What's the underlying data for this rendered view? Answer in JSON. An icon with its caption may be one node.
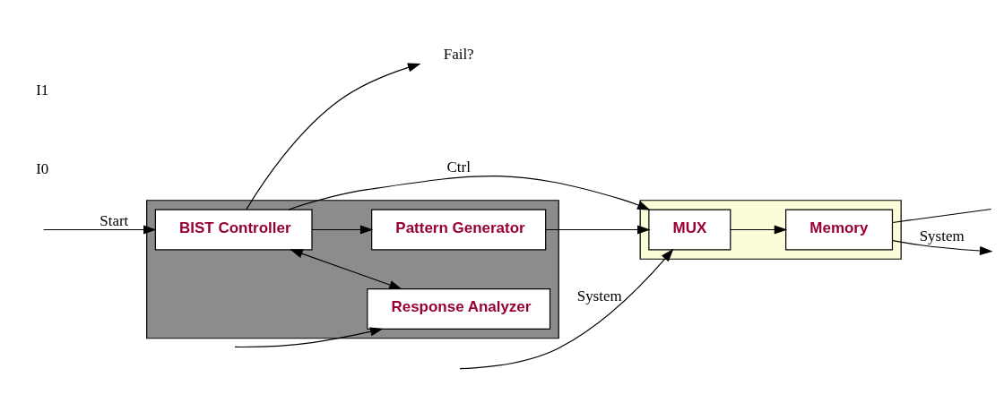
{
  "diagram": {
    "nodes": [
      {
        "text": [],
        "shape": "box"
      },
      {
        "text": [
          "Pattern Generator"
        ],
        "in": 0
      },
      {
        "text": [
          "BIST Controller"
        ],
        "in": 0
      },
      {
        "text": [
          "Response Analyzer"
        ],
        "in": 0
      },
      {
        "text": [],
        "shape": "box"
      },
      {
        "text": [
          "MUX"
        ],
        "in": 4
      },
      {
        "text": [
          "Memory"
        ],
        "in": 4
      },
      {
        "text": [
          "Fail?"
        ]
      }
    ],
    "edges": [
      {
        "from": null,
        "to": 2,
        "arrow": "to",
        "label": "Start"
      },
      {
        "from": 2,
        "to": 1,
        "arrow": "to"
      },
      {
        "from": 2,
        "to": 3,
        "arrow": "both"
      },
      {
        "from": null,
        "to": 3,
        "arrow": "to"
      },
      {
        "from": null,
        "to": 5,
        "arrow": "to",
        "label": "System"
      },
      {
        "from": 1,
        "to": 5,
        "arrow": "to"
      },
      {
        "from": 2,
        "to": 5,
        "arrow": "to",
        "label": "Ctrl"
      },
      {
        "from": 2,
        "to": 7,
        "arrow": "to"
      },
      {
        "from": 5,
        "to": 6,
        "arrow": "to"
      },
      {
        "from": 6,
        "to": null,
        "arrow": "none"
      },
      {
        "from": 6,
        "to": null,
        "arrow": "to",
        "label": "System"
      }
    ],
    "labels": [
      "I0",
      "I1"
    ]
  }
}
